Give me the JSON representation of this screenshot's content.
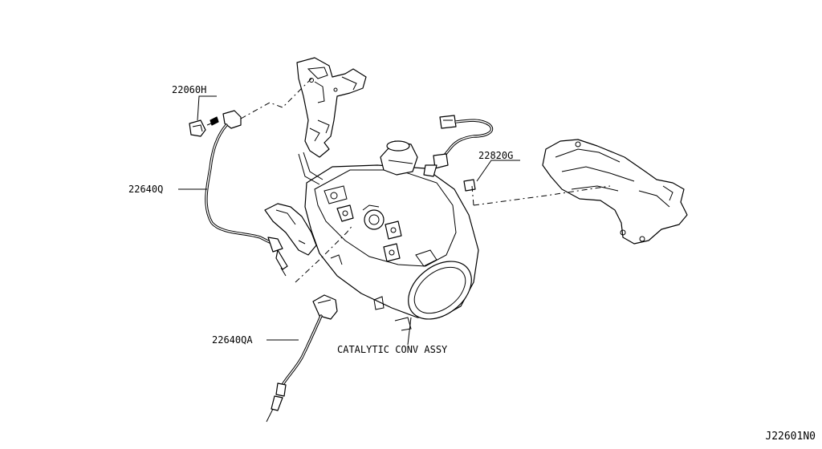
{
  "labels": {
    "sensor_22060h": "22060H",
    "sensor_22640q": "22640Q",
    "sensor_22640qa": "22640QA",
    "sensor_22820g": "22820G",
    "catalytic_conv": "CATALYTIC CONV ASSY"
  },
  "diagram_code": "J22601N0"
}
